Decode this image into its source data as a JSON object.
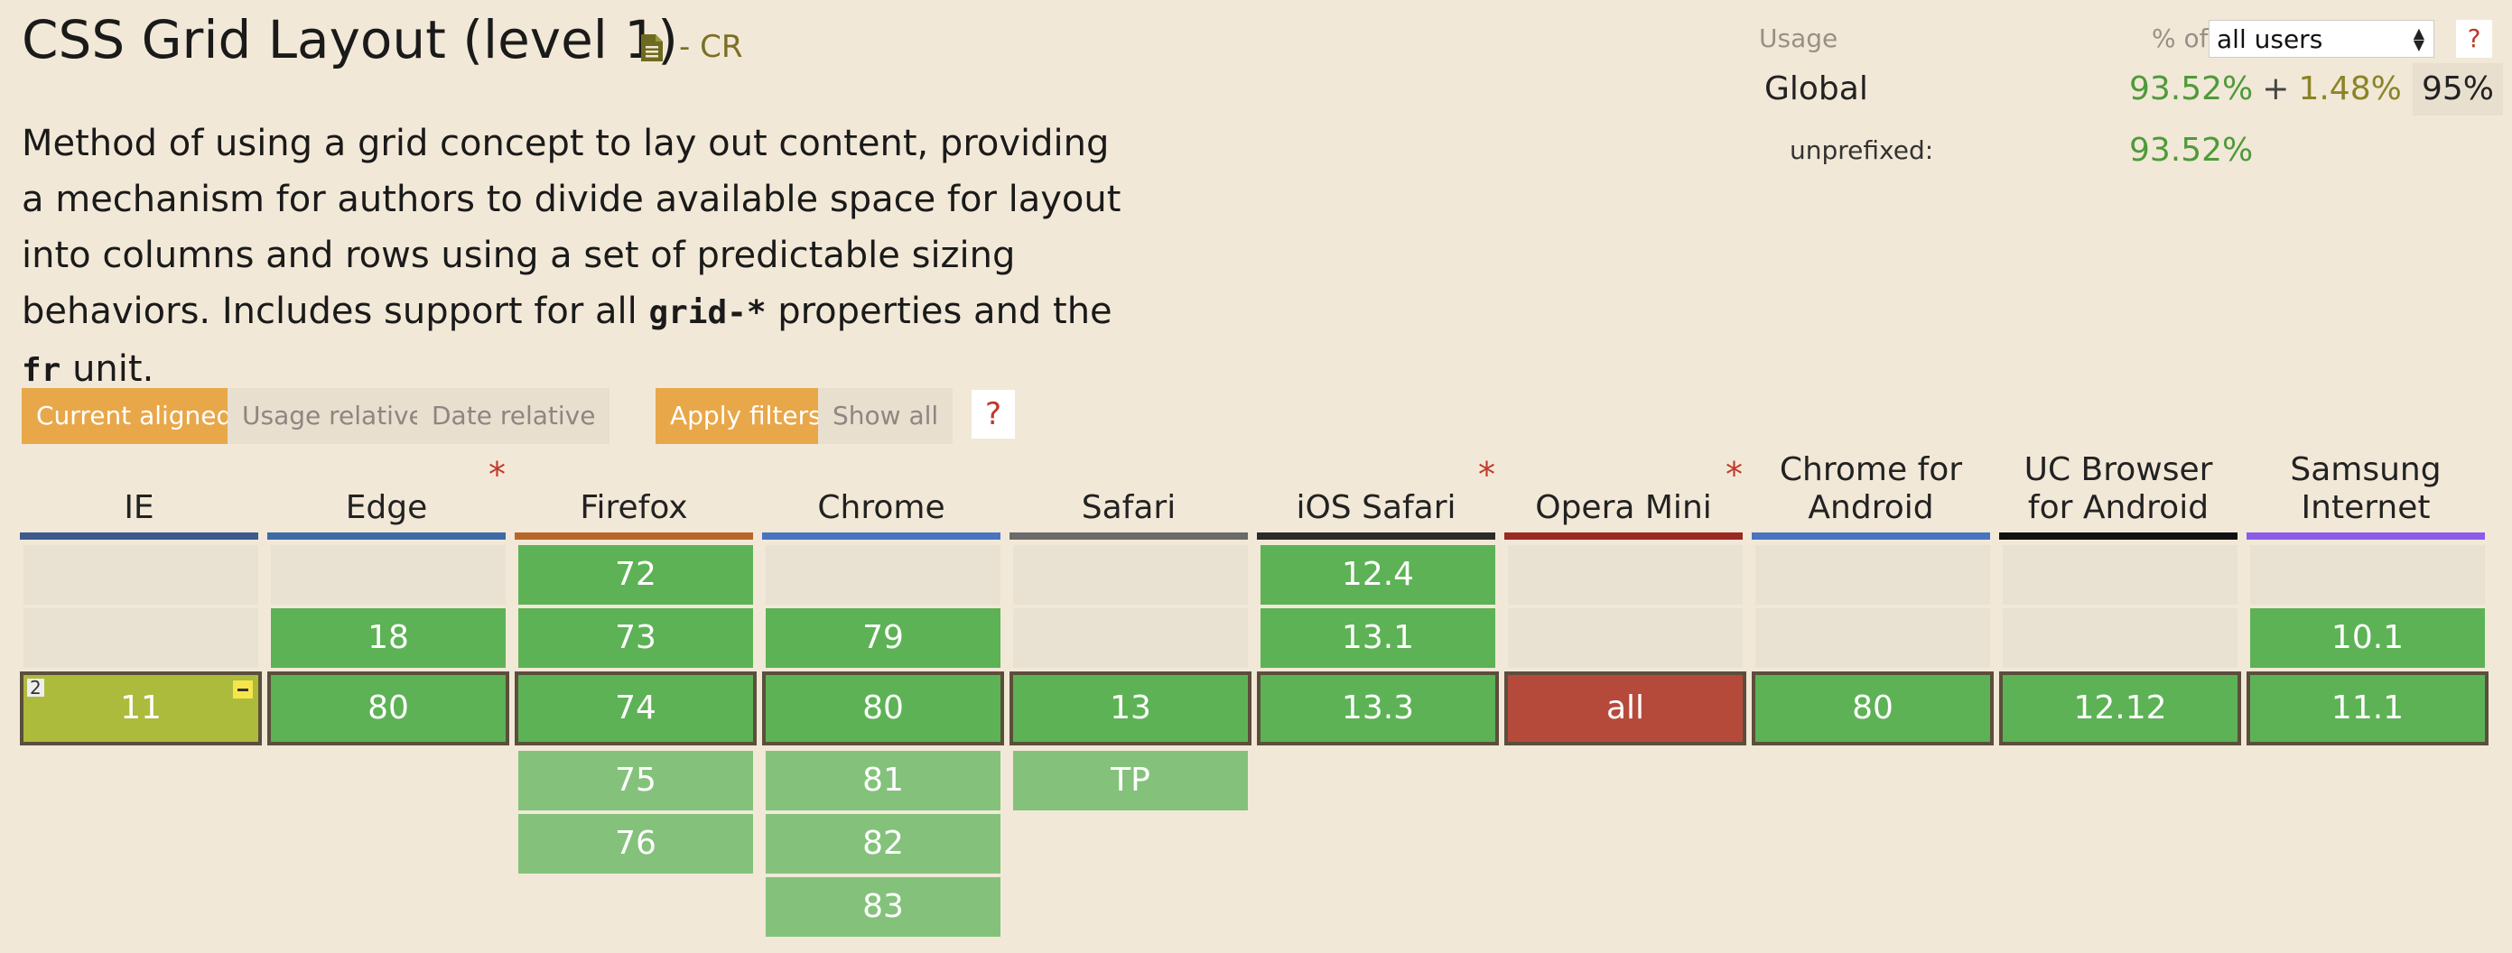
{
  "feature": {
    "title": "CSS Grid Layout (level 1)",
    "doc_icon": "document-icon",
    "status": "- CR",
    "description_parts": [
      "Method of using a grid concept to lay out content, providing a mechanism for authors to divide available space for layout into columns and rows using a set of predictable sizing behaviors. Includes support for all ",
      "grid-*",
      " properties and the ",
      "fr",
      " unit."
    ]
  },
  "usage": {
    "label": "Usage",
    "pct_of": "% of",
    "population_select": "all users",
    "help": "?",
    "global_label": "Global",
    "full_support": "93.52%",
    "plus": "+",
    "partial_support": "1.48%",
    "equals": "=",
    "total": "95%",
    "unprefixed_label": "unprefixed:",
    "unprefixed_value": "93.52%"
  },
  "filters": {
    "current_aligned": "Current aligned",
    "usage_relative": "Usage relative",
    "date_relative": "Date relative",
    "apply_filters": "Apply filters",
    "show_all": "Show all",
    "help": "?"
  },
  "colors": {
    "supported": "#5db255",
    "future": "#84c27b",
    "partial": "#adbb3d",
    "unsupported": "#b64a3a",
    "empty": "#e9e1d1"
  },
  "browsers": [
    {
      "id": "ie",
      "name": "IE",
      "bar_color": "#3d5a8c",
      "has_note": false,
      "past": [
        null,
        null
      ],
      "current": {
        "v": "11",
        "s": "partial",
        "note": "2"
      },
      "future": []
    },
    {
      "id": "edge",
      "name": "Edge",
      "bar_color": "#3d6ba6",
      "has_note": true,
      "past": [
        null,
        "18"
      ],
      "current": {
        "v": "80",
        "s": "supported"
      },
      "future": []
    },
    {
      "id": "firefox",
      "name": "Firefox",
      "bar_color": "#b8652a",
      "has_note": false,
      "past": [
        "72",
        "73"
      ],
      "current": {
        "v": "74",
        "s": "supported"
      },
      "future": [
        "75",
        "76"
      ]
    },
    {
      "id": "chrome",
      "name": "Chrome",
      "bar_color": "#4a74c0",
      "has_note": false,
      "past": [
        null,
        "79"
      ],
      "current": {
        "v": "80",
        "s": "supported"
      },
      "future": [
        "81",
        "82",
        "83"
      ]
    },
    {
      "id": "safari",
      "name": "Safari",
      "bar_color": "#6a6a6a",
      "has_note": false,
      "past": [
        null,
        null
      ],
      "current": {
        "v": "13",
        "s": "supported"
      },
      "future": [
        "TP"
      ]
    },
    {
      "id": "ios-safari",
      "name": "iOS Safari",
      "bar_color": "#2b2b2b",
      "has_note": true,
      "past": [
        "12.4",
        "13.1"
      ],
      "current": {
        "v": "13.3",
        "s": "supported"
      },
      "future": []
    },
    {
      "id": "opera-mini",
      "name": "Opera Mini",
      "bar_color": "#9b2a22",
      "has_note": true,
      "past": [
        null,
        null
      ],
      "current": {
        "v": "all",
        "s": "unsupported"
      },
      "future": []
    },
    {
      "id": "chrome-android",
      "name": "Chrome for Android",
      "bar_color": "#4a74c0",
      "has_note": false,
      "past": [
        null,
        null
      ],
      "current": {
        "v": "80",
        "s": "supported"
      },
      "future": []
    },
    {
      "id": "uc-android",
      "name": "UC Browser for Android",
      "bar_color": "#111111",
      "has_note": false,
      "past": [
        null,
        null
      ],
      "current": {
        "v": "12.12",
        "s": "supported"
      },
      "future": []
    },
    {
      "id": "samsung",
      "name": "Samsung Internet",
      "bar_color": "#8a5ce8",
      "has_note": false,
      "past": [
        null,
        "10.1"
      ],
      "current": {
        "v": "11.1",
        "s": "supported"
      },
      "future": []
    }
  ]
}
